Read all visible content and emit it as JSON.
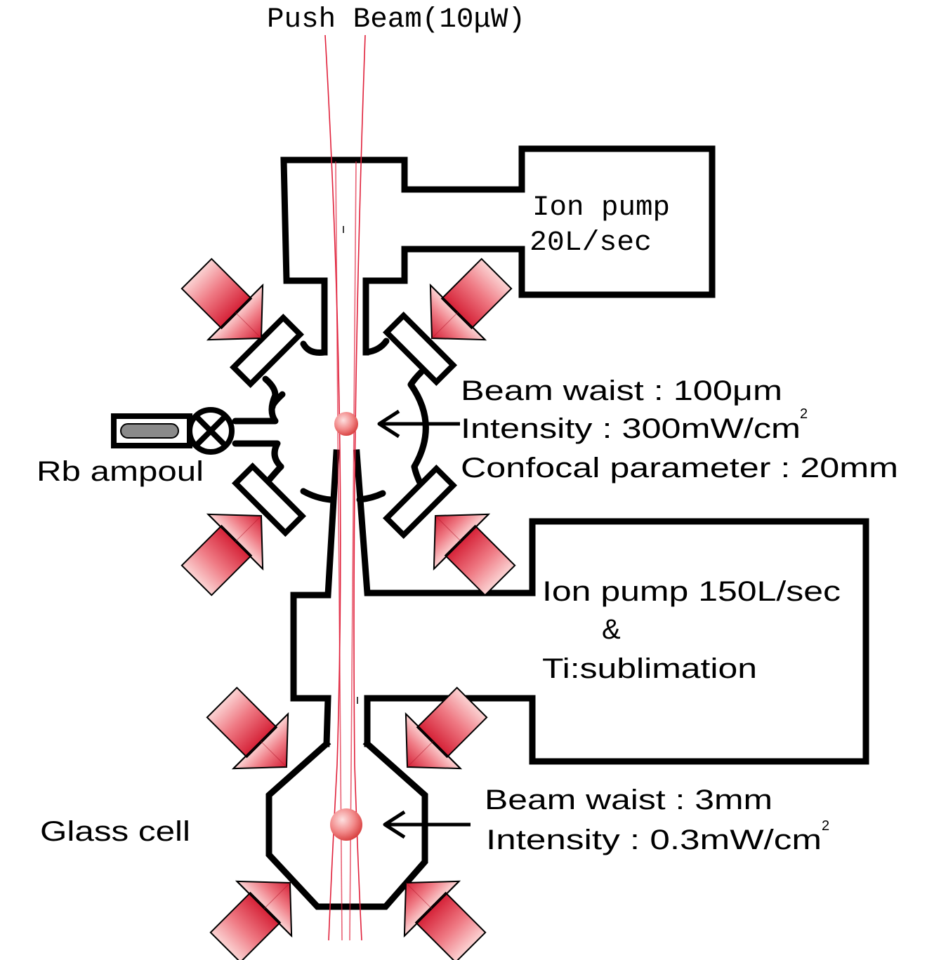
{
  "push_beam": "Push Beam(10μW)",
  "ion_pump_small": {
    "line1": "Ion pump",
    "line2": "20L/sec"
  },
  "mot_params": {
    "waist": "Beam waist : 100μm",
    "intensity": "Intensity : 300mW/cm",
    "intensity_sup": "2",
    "confocal": "Confocal parameter : 20mm"
  },
  "rb_ampoul": "Rb ampoul",
  "ion_pump_large": {
    "line1": "Ion pump 150L/sec",
    "line2": "&",
    "line3": "Ti:sublimation"
  },
  "glass_cell": "Glass cell",
  "cell_params": {
    "waist": "Beam waist : 3mm",
    "intensity": "Intensity : 0.3mW/cm",
    "intensity_sup": "2"
  },
  "colors": {
    "beam": "#e0203a",
    "arrow_light": "#f6b4b4",
    "arrow_dark": "#d8283c",
    "walls": "#000000"
  }
}
